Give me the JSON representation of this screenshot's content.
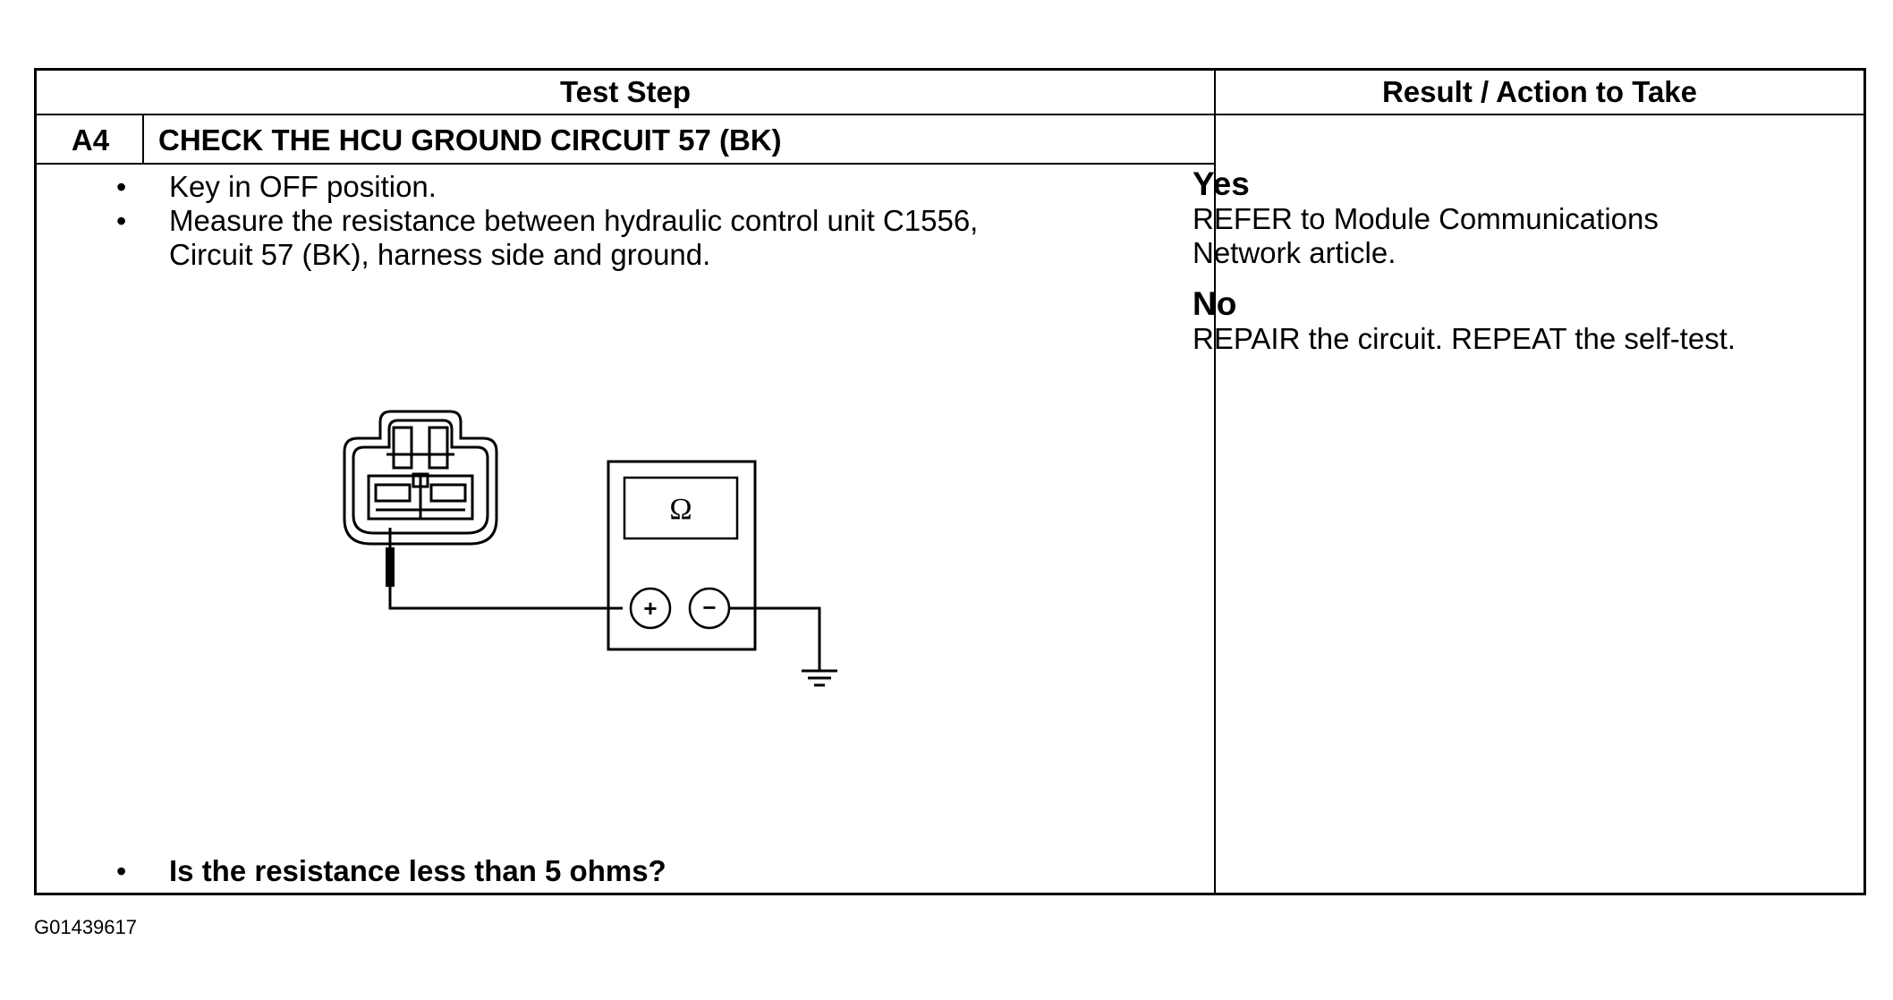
{
  "table": {
    "header": {
      "test_step": "Test Step",
      "result_action": "Result / Action to Take"
    },
    "step": {
      "id": "A4",
      "title": "CHECK THE HCU GROUND CIRCUIT 57 (BK)"
    },
    "instructions": [
      {
        "bullet": "•",
        "lines": [
          "Key in OFF position."
        ]
      },
      {
        "bullet": "•",
        "lines": [
          "Measure the resistance between hydraulic control unit C1556,",
          "Circuit 57 (BK), harness side and ground."
        ]
      }
    ],
    "question": {
      "bullet": "•",
      "text": "Is the resistance less than 5 ohms?"
    },
    "results": {
      "yes": {
        "label": "Yes",
        "lines": [
          "REFER to Module Communications",
          "Network article."
        ]
      },
      "no": {
        "label": "No",
        "lines": [
          "REPAIR the circuit. REPEAT the self-test."
        ]
      }
    }
  },
  "diagram": {
    "meter_display": "Ω",
    "positive_terminal": "+",
    "negative_terminal": "−"
  },
  "figure_id": "G01439617"
}
